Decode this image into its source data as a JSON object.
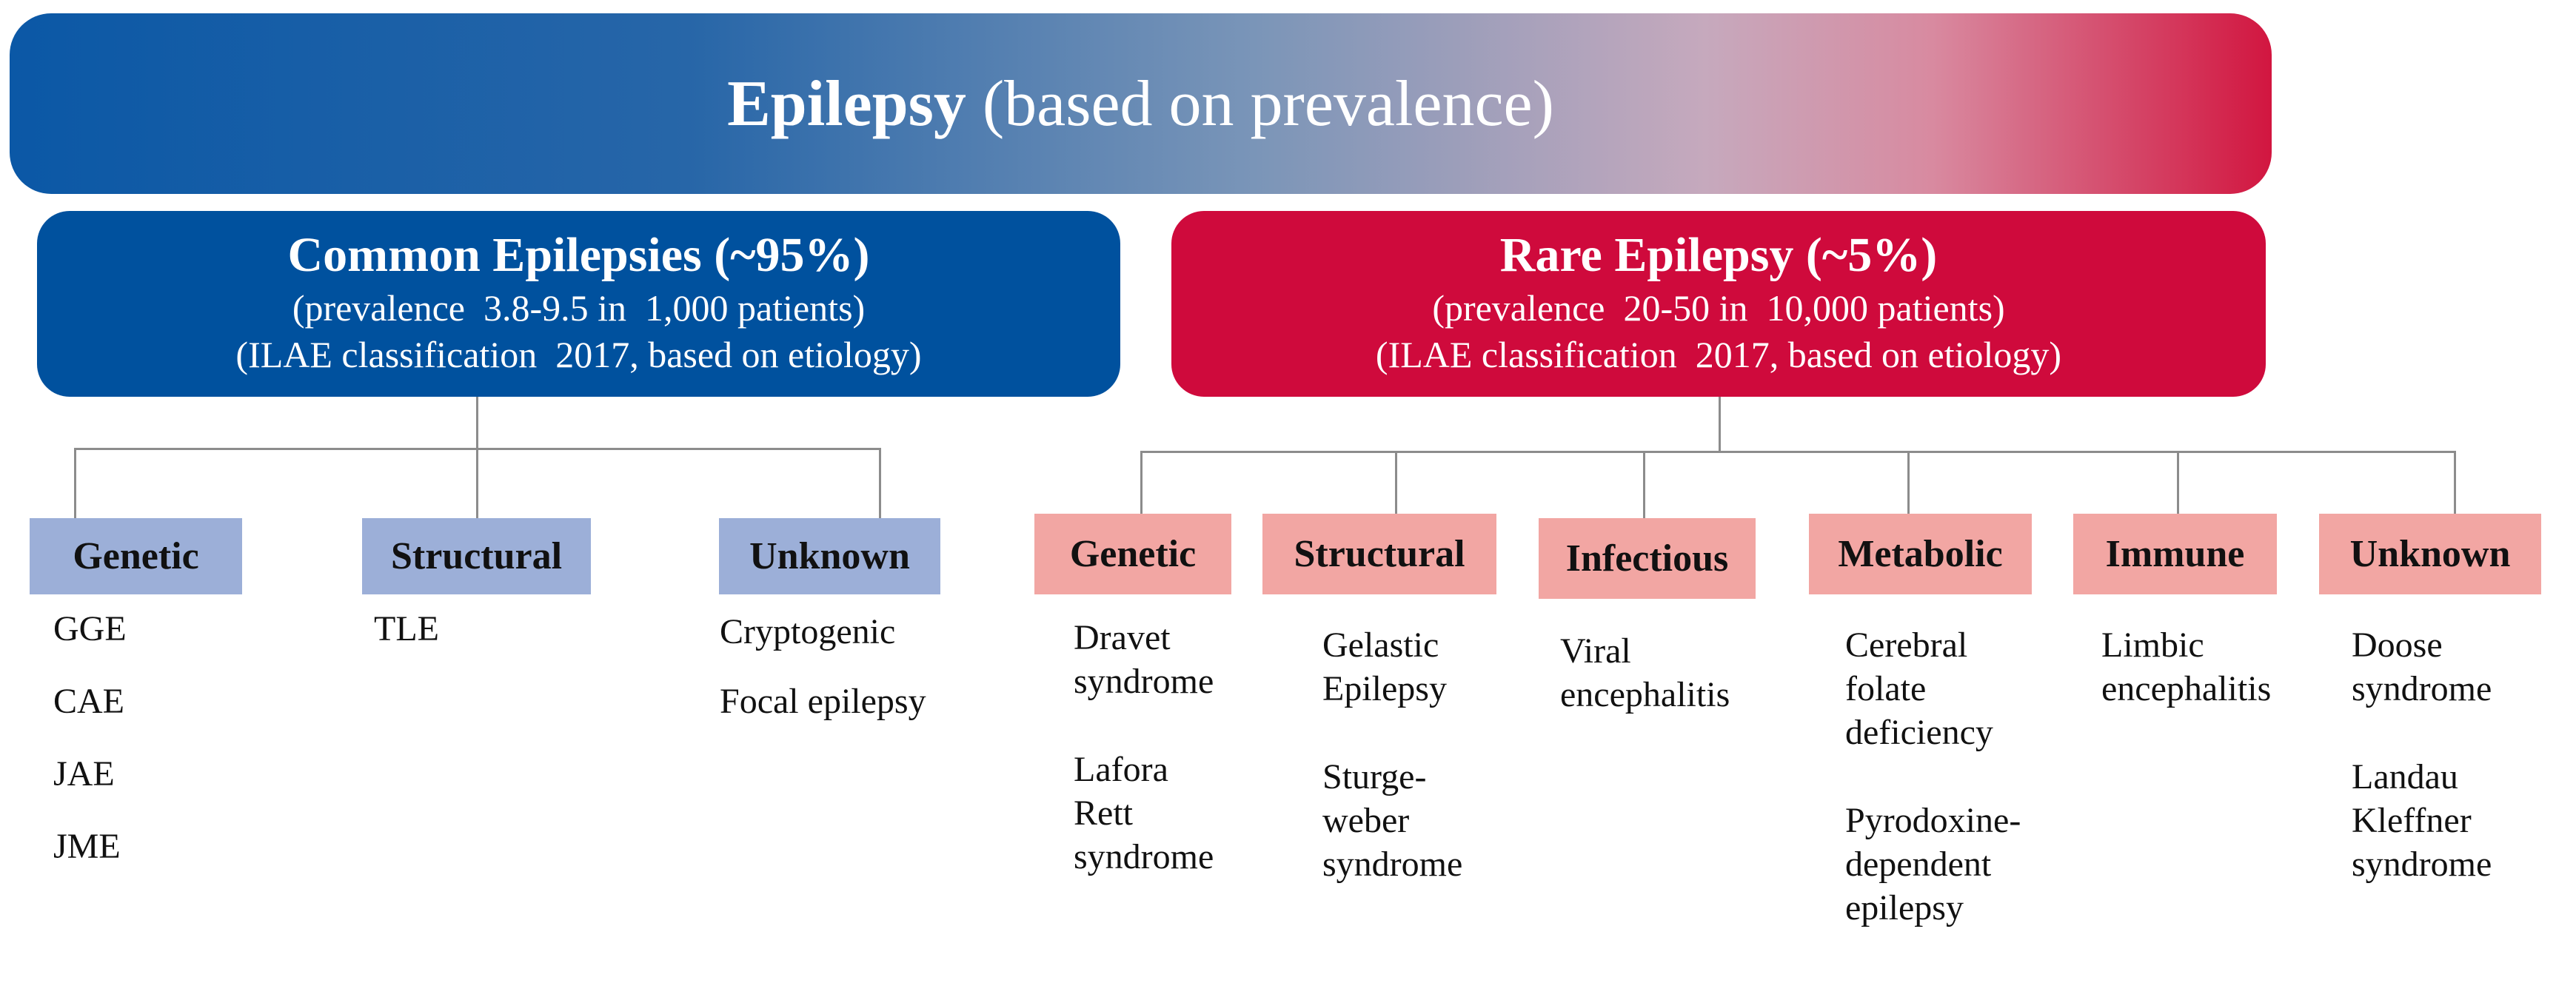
{
  "banner": {
    "title_bold": "Epilepsy",
    "title_rest": " (based on prevalence)"
  },
  "common": {
    "title": "Common Epilepsies (~95%)",
    "line1": "(prevalence  3.8-9.5 in  1,000 patients)",
    "line2": "(ILAE classification  2017, based on etiology)",
    "categories": [
      {
        "label": "Genetic",
        "items": [
          "GGE",
          "CAE",
          "JAE",
          "JME"
        ]
      },
      {
        "label": "Structural",
        "items": [
          "TLE"
        ]
      },
      {
        "label": "Unknown",
        "items": [
          "Cryptogenic",
          "Focal epilepsy"
        ]
      }
    ]
  },
  "rare": {
    "title": "Rare Epilepsy (~5%)",
    "line1": "(prevalence  20-50 in  10,000 patients)",
    "line2": "(ILAE classification  2017, based on etiology)",
    "categories": [
      {
        "label": "Genetic",
        "items": [
          "Dravet",
          "syndrome",
          "Lafora",
          "Rett",
          "syndrome"
        ]
      },
      {
        "label": "Structural",
        "items": [
          "Gelastic",
          "Epilepsy",
          "Sturge-",
          "weber",
          "syndrome"
        ]
      },
      {
        "label": "Infectious",
        "items": [
          "Viral",
          "encephalitis"
        ]
      },
      {
        "label": "Metabolic",
        "items": [
          "Cerebral",
          "folate",
          "deficiency",
          "Pyrodoxine-",
          "dependent",
          "epilepsy"
        ]
      },
      {
        "label": "Immune",
        "items": [
          "Limbic",
          "encephalitis"
        ]
      },
      {
        "label": "Unknown",
        "items": [
          "Doose",
          "syndrome",
          "Landau",
          "Kleffner",
          "syndrome"
        ]
      }
    ]
  }
}
